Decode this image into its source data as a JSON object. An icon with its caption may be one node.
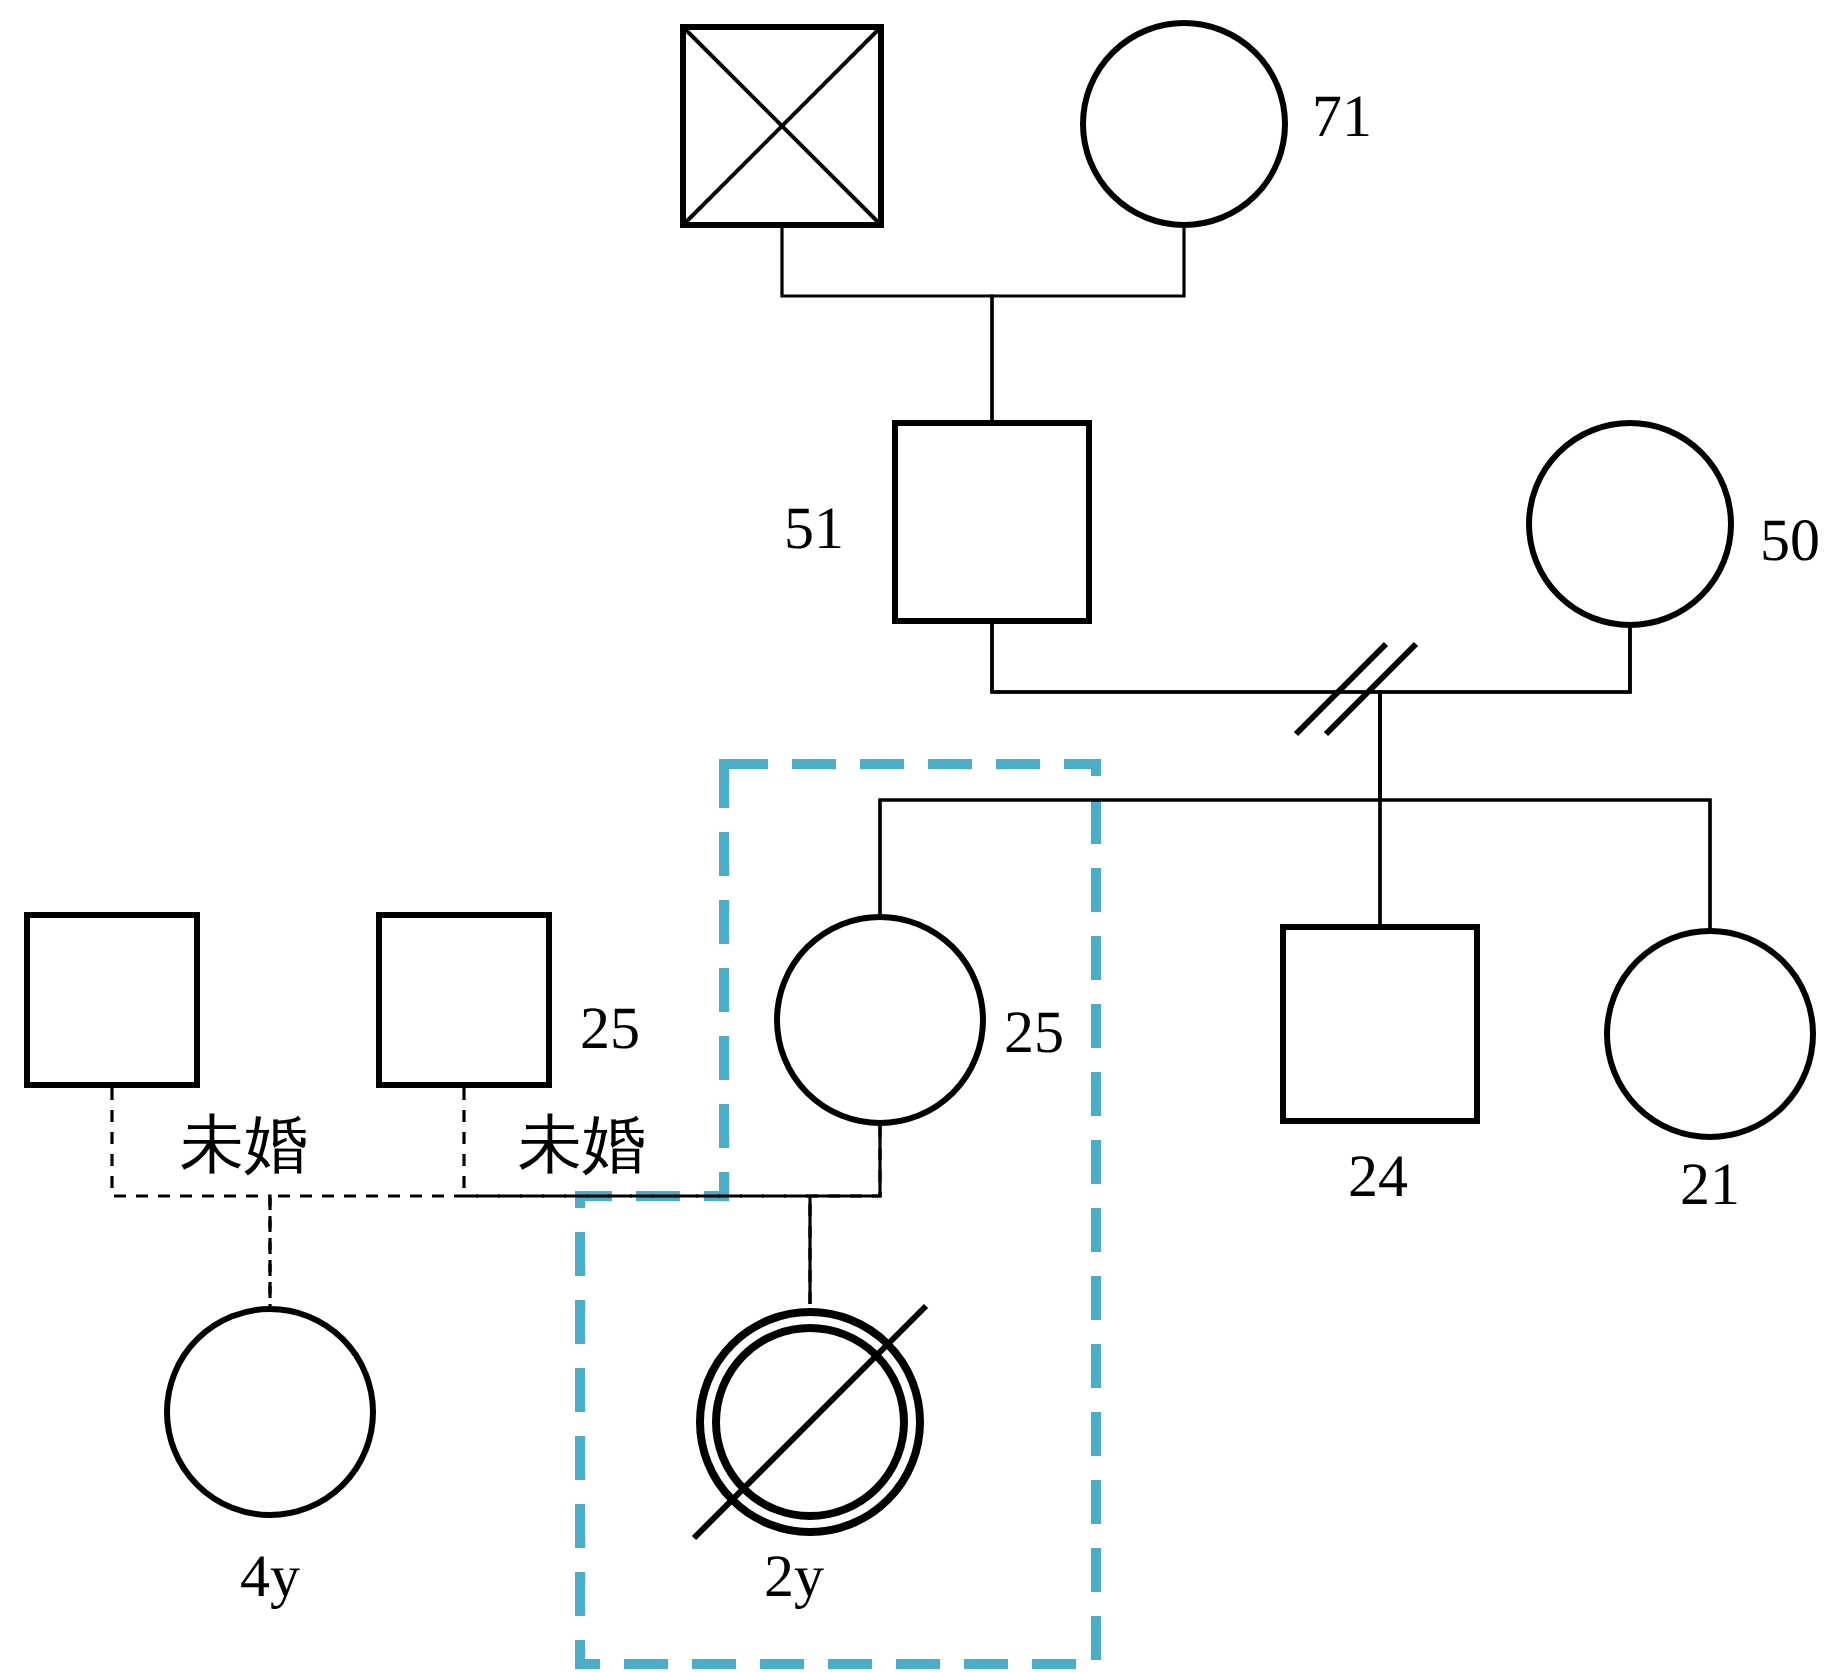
{
  "diagram": {
    "nodes": [
      {
        "text": [],
        "shape": "box"
      },
      {
        "text": [],
        "shape": "circle",
        "beside": [
          "71"
        ]
      },
      {
        "text": [],
        "shape": "box",
        "beside": [
          "51"
        ]
      },
      {
        "text": [],
        "shape": "circle",
        "beside": [
          "50"
        ]
      },
      {
        "text": [],
        "shape": "box"
      },
      {
        "text": [],
        "shape": "box",
        "beside": [
          "25"
        ]
      },
      {
        "text": [],
        "shape": "circle",
        "beside": [
          "25"
        ]
      },
      {
        "text": [],
        "shape": "box",
        "beside": [
          "24"
        ]
      },
      {
        "text": [],
        "shape": "circle",
        "beside": [
          "21"
        ]
      },
      {
        "text": [],
        "shape": "circle",
        "beside": [
          "4y"
        ]
      },
      {
        "text": [],
        "shape": "circle",
        "beside": [
          "2y"
        ]
      }
    ],
    "edges": [
      {
        "from": 0,
        "to": 2,
        "arrow": "none"
      },
      {
        "from": 1,
        "to": 2,
        "arrow": "none"
      },
      {
        "from": 2,
        "to": 6,
        "arrow": "none"
      },
      {
        "from": 2,
        "to": 7,
        "arrow": "none"
      },
      {
        "from": 2,
        "to": 8,
        "arrow": "none"
      },
      {
        "from": 3,
        "to": 6,
        "arrow": "none"
      },
      {
        "from": 3,
        "to": 7,
        "arrow": "none"
      },
      {
        "from": 3,
        "to": 8,
        "arrow": "none"
      },
      {
        "from": 4,
        "to": 9,
        "arrow": "none",
        "style": "dashed"
      },
      {
        "from": 6,
        "to": 9,
        "arrow": "none",
        "style": "dashed"
      },
      {
        "from": 5,
        "to": 10,
        "arrow": "none",
        "style": "dashed"
      },
      {
        "from": 6,
        "to": 10,
        "arrow": "none"
      }
    ],
    "labels": [
      "未婚",
      "未婚"
    ]
  }
}
